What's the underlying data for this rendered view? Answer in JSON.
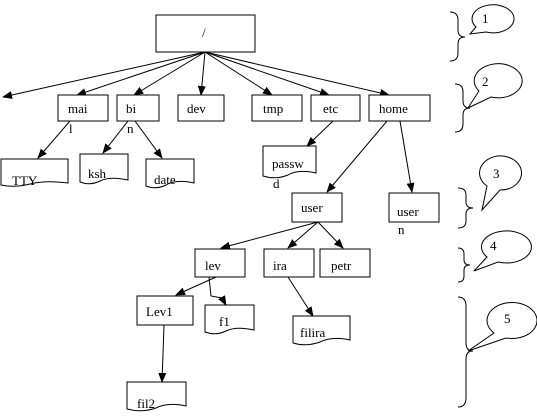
{
  "tree": {
    "root": "/",
    "level1": {
      "mail": "mai",
      "mail_suffix": "l",
      "bin": "bi",
      "bin_suffix": "n",
      "dev": "dev",
      "tmp": "tmp",
      "etc": "etc",
      "home": "home"
    },
    "files": {
      "tty": "TTY",
      "ksh": "ksh",
      "date": "date",
      "passwd": "passw",
      "passwd_suffix": "d",
      "f1": "f1",
      "filira": "filira",
      "fil2": "fil2"
    },
    "users": {
      "user": "user",
      "usern": "user",
      "usern_suffix": "n",
      "lev": "lev",
      "ira": "ira",
      "petr": "petr",
      "lev1": "Lev1"
    }
  },
  "levels": [
    "1",
    "2",
    "3",
    "4",
    "5"
  ]
}
